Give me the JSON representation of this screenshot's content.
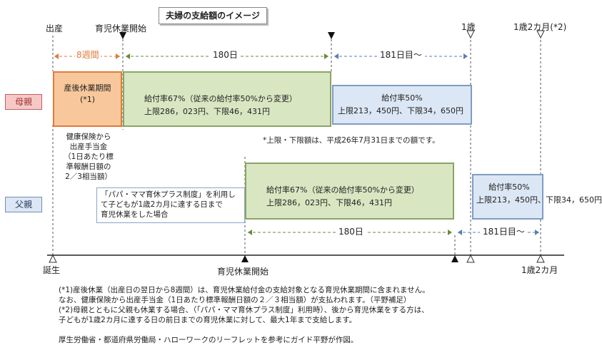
{
  "title": "夫婦の支給額のイメージ",
  "top_markers": {
    "birth": "出産",
    "leave_start": "育児休業開始",
    "age1": "1歳",
    "age1_2m": "1歳2カ月(*2)"
  },
  "top_spans": {
    "weeks8": "8週間",
    "days180": "180日",
    "day181": "181日目～"
  },
  "rows": {
    "mother": "母親",
    "father": "父親"
  },
  "mother": {
    "postpartum_title": "産後休業期間",
    "postpartum_note": "(*1)",
    "rate67": "給付率67%（従来の給付率50%から変更）",
    "limits67": "上限286，023円、下限46，431円",
    "rate50": "給付率50%",
    "limits50": "上限213，450円、下限34，650円",
    "health_lines": [
      "健康保険から",
      "出産手当金",
      "（1日あたり標",
      "準報酬日額の",
      "2／3相当額）"
    ]
  },
  "limit_note": "*上限・下限額は、平成26年7月31日までの額です。",
  "father": {
    "rate67": "給付率67%（従来の給付率50%から変更）",
    "limits67": "上限286，023円、下限46，431円",
    "rate50": "給付率50%",
    "limits50": "上限213，450円、下限34，650円",
    "papa_mama_lines": [
      "「パパ・ママ育休プラス制度」を利用し",
      "て子どもが1歳2カ月に達する日まで",
      "育児休業をした場合"
    ],
    "days180": "180日",
    "day181": "181日目～"
  },
  "bottom_markers": {
    "birth": "誕生",
    "leave_start": "育児休業開始",
    "age1_2m": "1歳2カ月"
  },
  "footnotes": [
    "(*1)産後休業（出産日の翌日から8週間）は、育児休業給付金の支給対象となる育児休業期間に含まれません。",
    "なお、健康保険から出産手当金（1日あたり標準報酬日額の２／３相当額）が支払われます。（平野補足）",
    "(*2)母親とともに父親も休業する場合、（「パパ・ママ育休プラス制度」利用時）、後から育児休業をする方は、",
    "子どもが1歳2カ月に達する日の前日までの育児休業に対して、最大1年まで支給します。"
  ],
  "source": "厚生労働省・都道府県労働局・ハローワークのリーフレットを参考にガイド平野が作図。",
  "colors": {
    "orange_fill": "#f8c79b",
    "green_fill": "#d8e7c2",
    "blue_fill": "#dce7f5",
    "span_orange": "#e07b39",
    "span_green": "#6a8a3c",
    "span_blue": "#5a7fb0"
  }
}
